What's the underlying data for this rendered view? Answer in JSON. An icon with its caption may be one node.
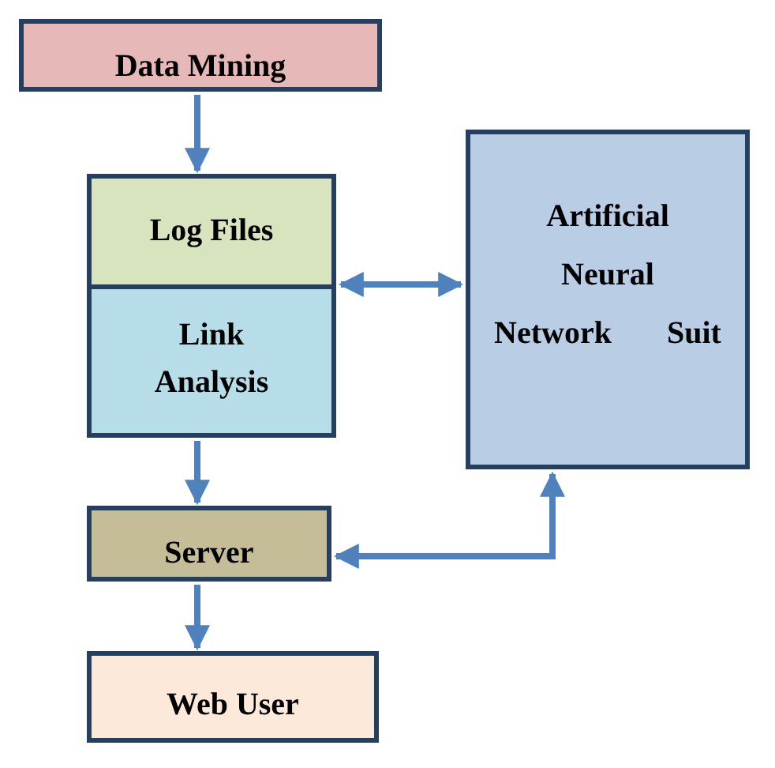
{
  "diagram": {
    "nodes": [
      {
        "text": [
          "Data Mining"
        ]
      },
      {
        "text": [
          "Log Files"
        ]
      },
      {
        "text": [
          "Link Analysis"
        ]
      },
      {
        "text": [
          "Artificial Neural Network Suit"
        ]
      },
      {
        "text": [
          "Server"
        ]
      },
      {
        "text": [
          "Web User"
        ]
      }
    ],
    "edges": [
      {
        "from": 0,
        "to": 1,
        "arrow": "to"
      },
      {
        "from": 1,
        "to": 3,
        "arrow": "both"
      },
      {
        "from": 2,
        "to": 4,
        "arrow": "to"
      },
      {
        "from": 4,
        "to": 3,
        "arrow": "both"
      },
      {
        "from": 4,
        "to": 5,
        "arrow": "to"
      }
    ]
  }
}
